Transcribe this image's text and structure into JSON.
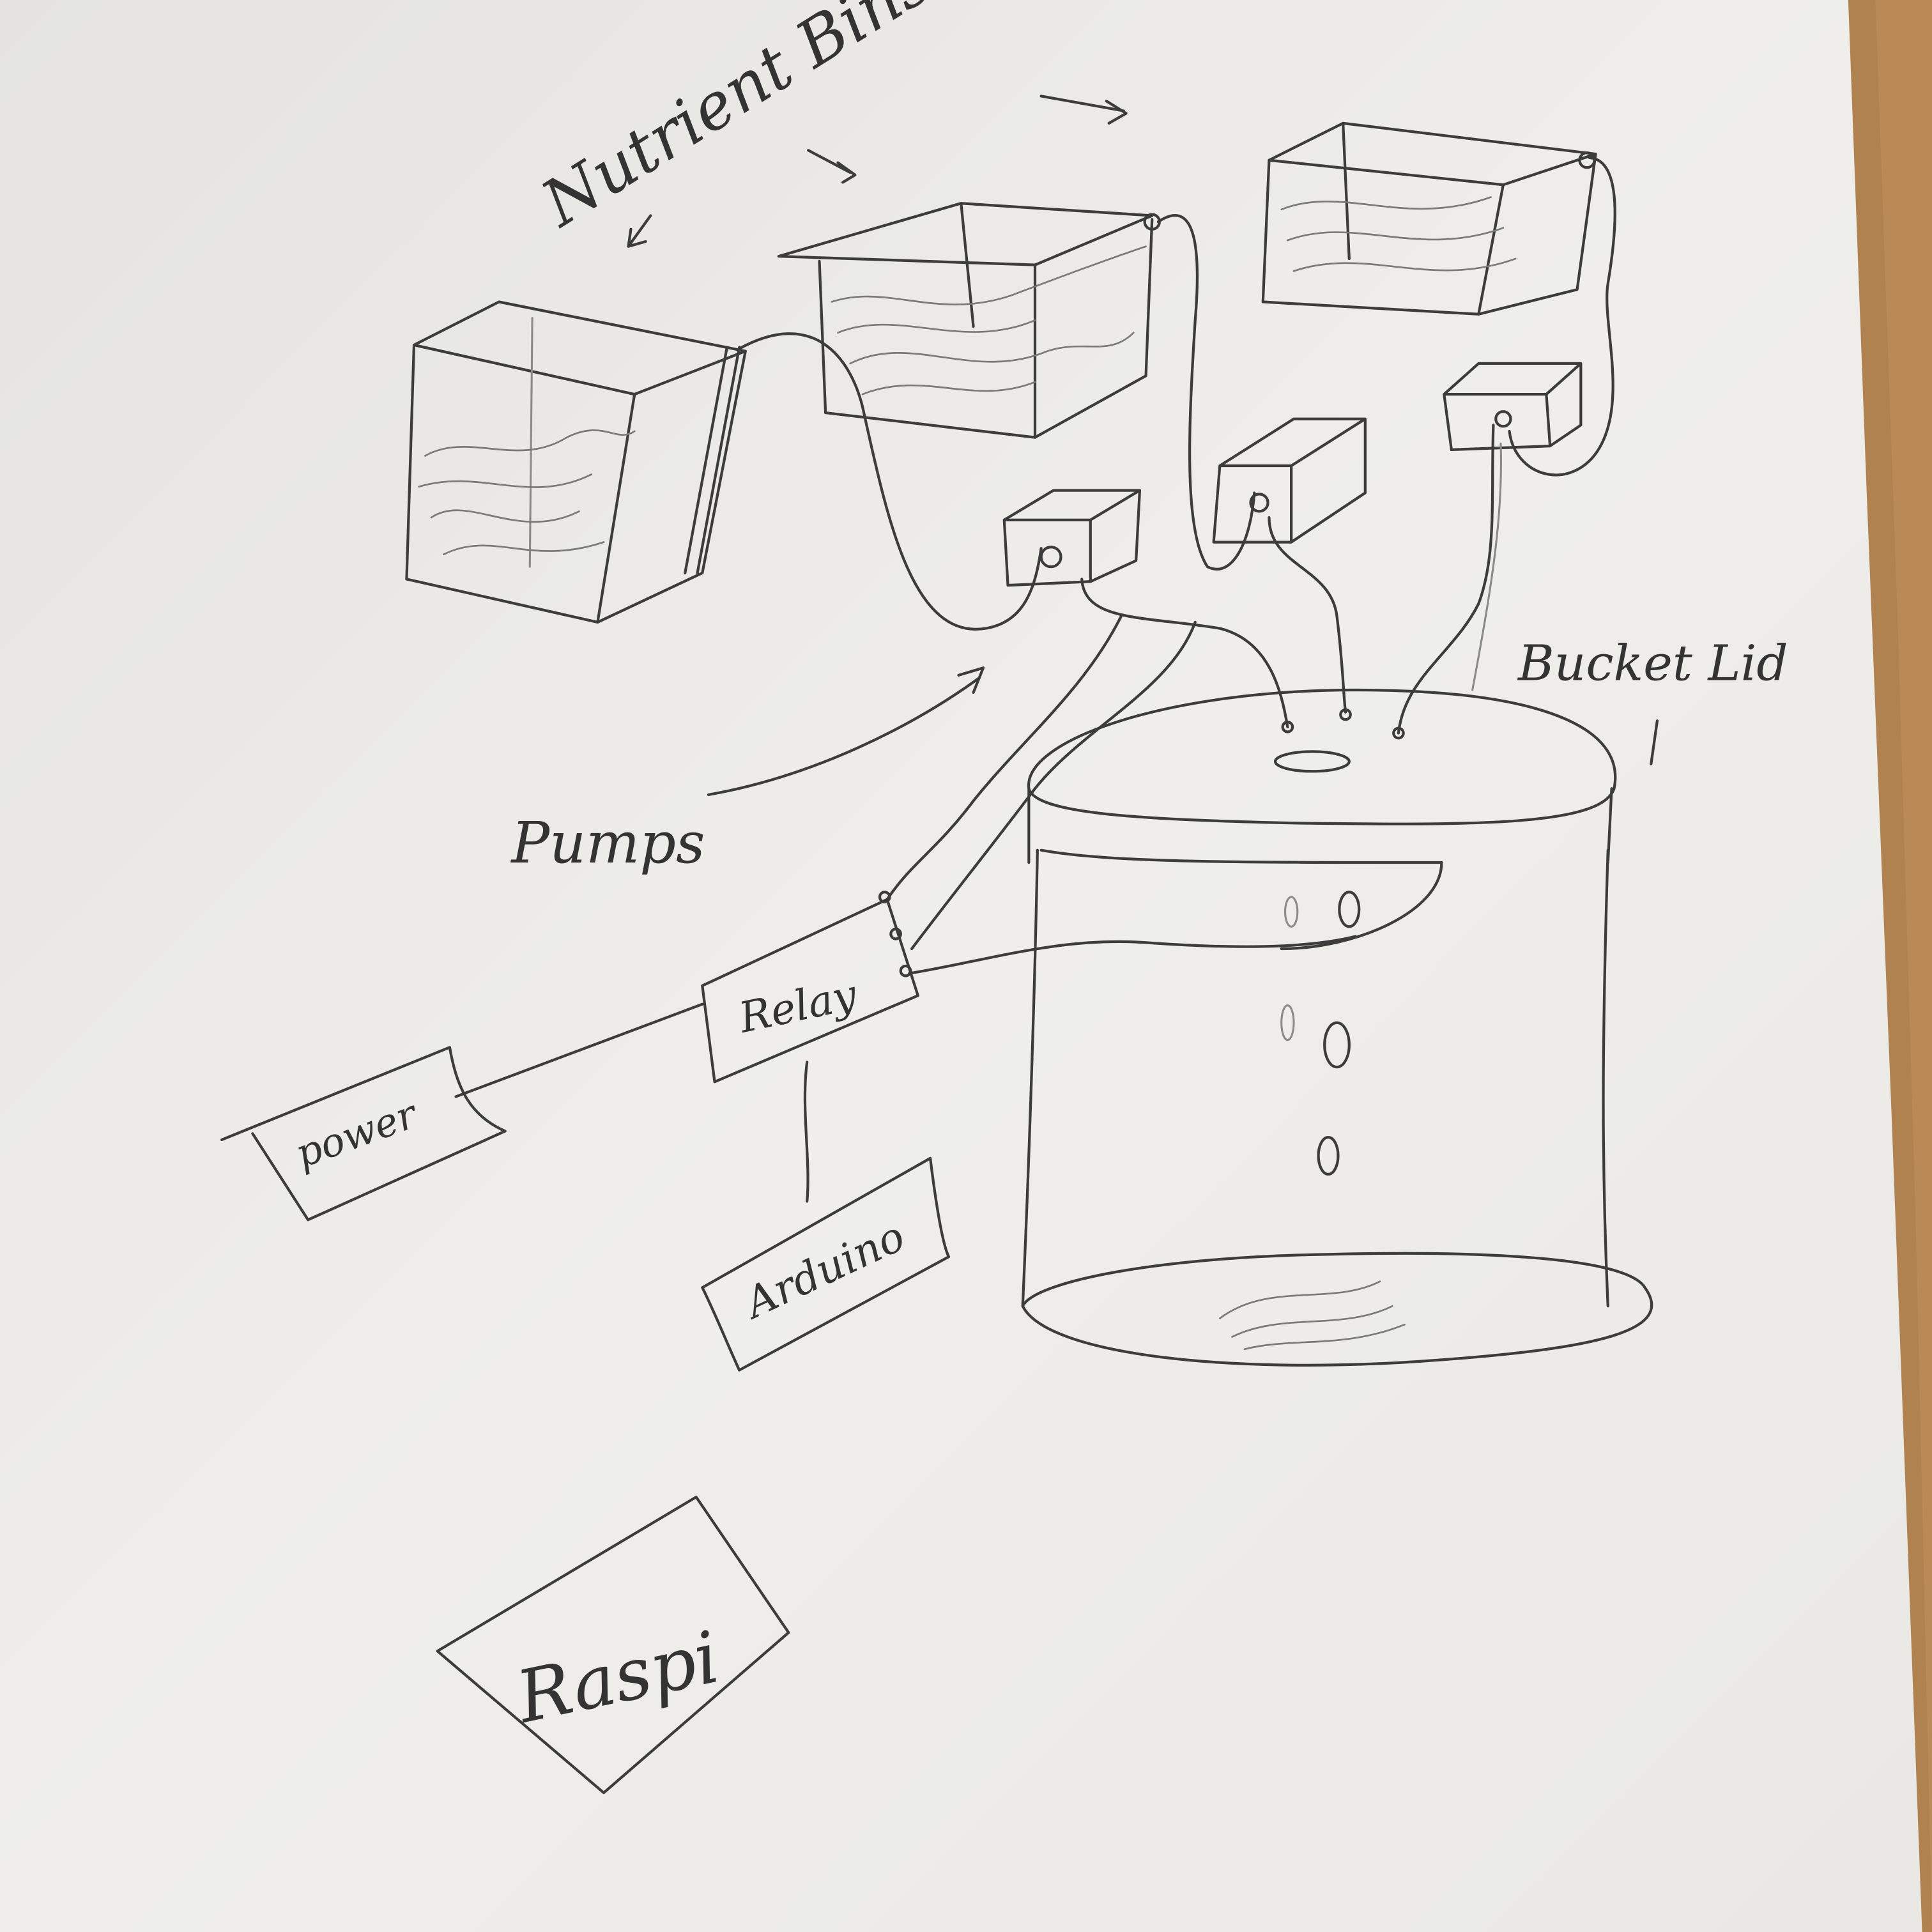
{
  "title": "Nutrient Bins",
  "labels": {
    "pumps": "Pumps",
    "bucket_lid": "Bucket Lid",
    "relay": "Relay",
    "power": "power",
    "arduino": "Arduino",
    "raspi": "Raspi"
  },
  "colors": {
    "paper": "#ecebe8",
    "pencil": "#3c3c3c",
    "wood": "#b98a55"
  }
}
